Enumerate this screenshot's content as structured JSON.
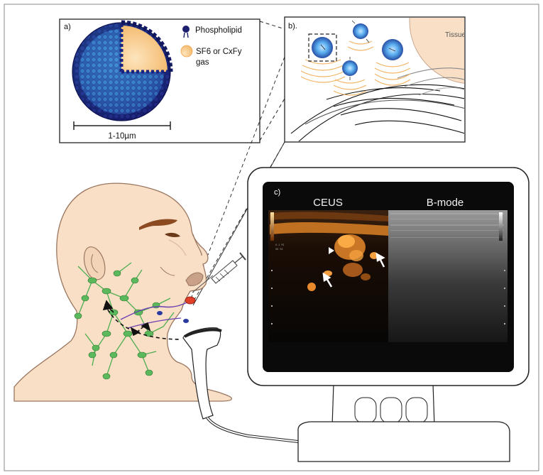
{
  "panel_a": {
    "label": "a)",
    "legend": [
      {
        "text": "Phospholipid",
        "icon": "phospholipid-icon",
        "color": "#1c1f6e"
      },
      {
        "text_lines": [
          "SF6 or CxFy",
          "gas"
        ],
        "icon": "gas-icon",
        "color": "#f6c27a"
      }
    ],
    "scale_label": "1-10µm"
  },
  "panel_b": {
    "label": "b).",
    "tissue_label": "Tissue"
  },
  "panel_c": {
    "label": "c)",
    "left_title": "CEUS",
    "right_title": "B-mode"
  },
  "colors": {
    "skin": "#f8dfc6",
    "skin_outline": "#9a7660",
    "shell_outer": "#1d2079",
    "shell_inner": "#3f8fd6",
    "gas": "#f6c27a",
    "lymph": "#5cb85c",
    "ceus_orange": "#f0902a",
    "monitor_screen": "#0a0a0a"
  }
}
